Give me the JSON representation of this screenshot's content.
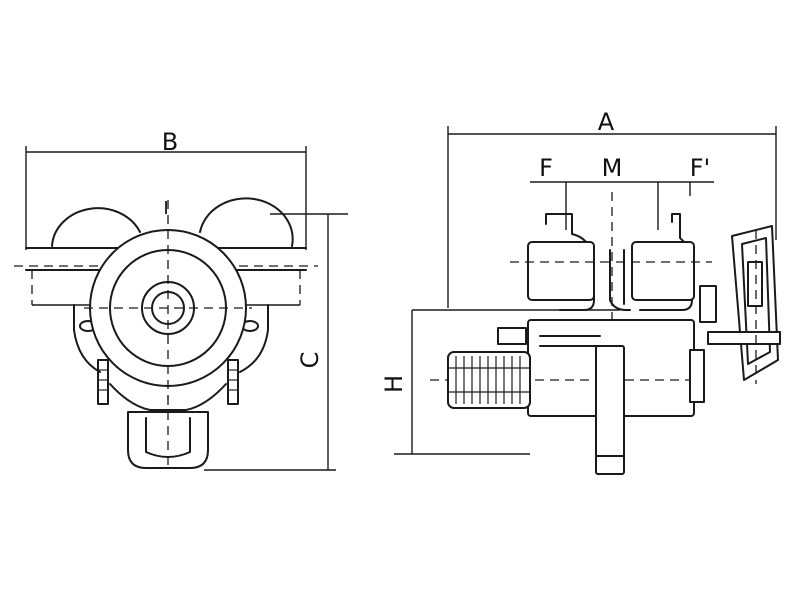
{
  "diagram": {
    "front_view": {
      "labels": {
        "width": "B",
        "height": "C",
        "center_mark": "I"
      }
    },
    "side_view": {
      "labels": {
        "overall_length": "A",
        "left_offset": "F",
        "middle": "M",
        "right_offset": "F'",
        "height": "H"
      }
    }
  }
}
